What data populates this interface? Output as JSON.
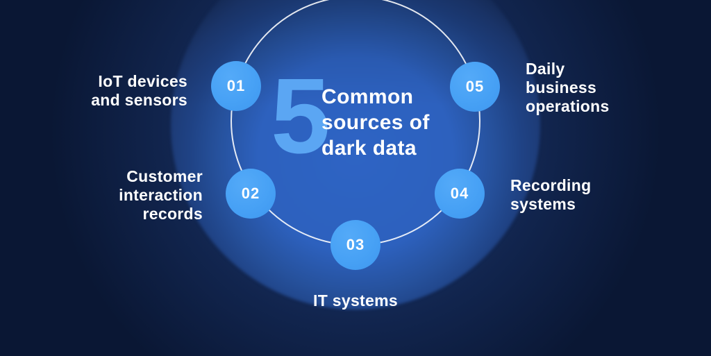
{
  "center": {
    "big_number": "5",
    "title_lines": [
      "Common",
      "sources of",
      "dark data"
    ]
  },
  "items": [
    {
      "number": "01",
      "label": "IoT devices and sensors",
      "lines": [
        "IoT devices",
        "and sensors"
      ]
    },
    {
      "number": "02",
      "label": "Customer interaction records",
      "lines": [
        "Customer",
        "interaction",
        "records"
      ]
    },
    {
      "number": "03",
      "label": "IT systems",
      "lines": [
        "IT systems"
      ]
    },
    {
      "number": "04",
      "label": "Recording systems",
      "lines": [
        "Recording",
        "systems"
      ]
    },
    {
      "number": "05",
      "label": "Daily business operations",
      "lines": [
        "Daily",
        "business",
        "operations"
      ]
    }
  ],
  "colors": {
    "background": "#0a1734",
    "glow_center": "#2e63c2",
    "node_circle": "#47a1f5",
    "big_number": "#5ba6f3",
    "ring": "#ffffff",
    "text": "#ffffff"
  }
}
